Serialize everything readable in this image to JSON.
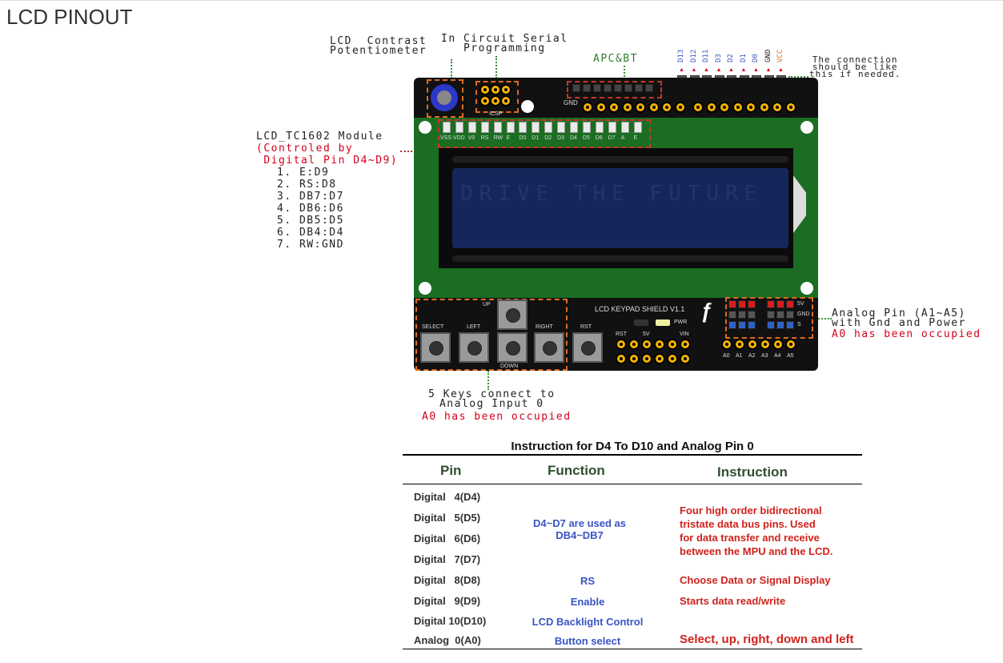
{
  "page_title": "LCD PINOUT",
  "annotations": {
    "contrast": "LCD  Contrast\nPotentiometer",
    "icsp": "In Circuit Serial\nProgramming",
    "apc": "APC&BT",
    "connection": "The connection\nshould be like\nthis if needed.",
    "module_title": "LCD_TC1602 Module",
    "module_controlled": "(Controled by",
    "module_digital": " Digital Pin D4~D9)",
    "module_pins": [
      "1. E:D9",
      "2. RS:D8",
      "3. DB7:D7",
      "4. DB6:D6",
      "5. DB5:D5",
      "6. DB4:D4",
      "7. RW:GND"
    ],
    "keys_line1": "5 Keys connect to\nAnalog Input 0",
    "keys_line2": "A0 has been occupied",
    "analog_line1": "Analog Pin (A1~A5)\nwith Gnd and Power",
    "analog_line2": "A0 has been occupied"
  },
  "header_pins": {
    "blue": [
      "D13",
      "D12",
      "D11",
      "D3",
      "D2",
      "D1",
      "D0"
    ],
    "gnd": "GND",
    "vcc": "VCC"
  },
  "board": {
    "icsp_label": "ICSP",
    "gnd_label": "GND",
    "lcd_pins": [
      "VSS",
      "VDD",
      "V0",
      "RS",
      "RW",
      "E",
      "D0",
      "D1",
      "D2",
      "D3",
      "D4",
      "D5",
      "D6",
      "D7",
      "A",
      "E"
    ],
    "lcd_row1": "DRIVE THE FUTURE",
    "shield_name": "LCD KEYPAD SHIELD V1.1",
    "pwr": "PWR",
    "power_labels": [
      "RST",
      "5V",
      "VIN"
    ],
    "analog_labels": [
      "A0",
      "A1",
      "A2",
      "A3",
      "A4",
      "A5"
    ],
    "rail_labels": [
      "5V",
      "GND",
      "S"
    ],
    "buttons": {
      "up": "UP",
      "select": "SELECT",
      "left": "LEFT",
      "right": "RIGHT",
      "rst": "RST",
      "down": "DOWN"
    }
  },
  "table": {
    "title": "Instruction for D4 To D10 and Analog Pin 0",
    "headers": [
      "Pin",
      "Function",
      "Instruction"
    ],
    "pins": [
      "Digital   4(D4)",
      "Digital   5(D5)",
      "Digital   6(D6)",
      "Digital   7(D7)",
      "Digital   8(D8)",
      "Digital   9(D9)",
      "Digital 10(D10)",
      "Analog  0(A0)"
    ],
    "func_group": "D4~D7 are used as\nDB4~DB7",
    "instr_group": "Four high order bidirectional\ntristate data bus pins. Used\nfor data transfer and receive\nbetween the MPU and the LCD.",
    "rows": [
      {
        "function": "RS",
        "instruction": "Choose Data or Signal Display"
      },
      {
        "function": "Enable",
        "instruction": "Starts data read/write"
      },
      {
        "function": "LCD Backlight Control",
        "instruction": ""
      },
      {
        "function": "Button select",
        "instruction": "Select, up, right, down and left"
      }
    ]
  }
}
